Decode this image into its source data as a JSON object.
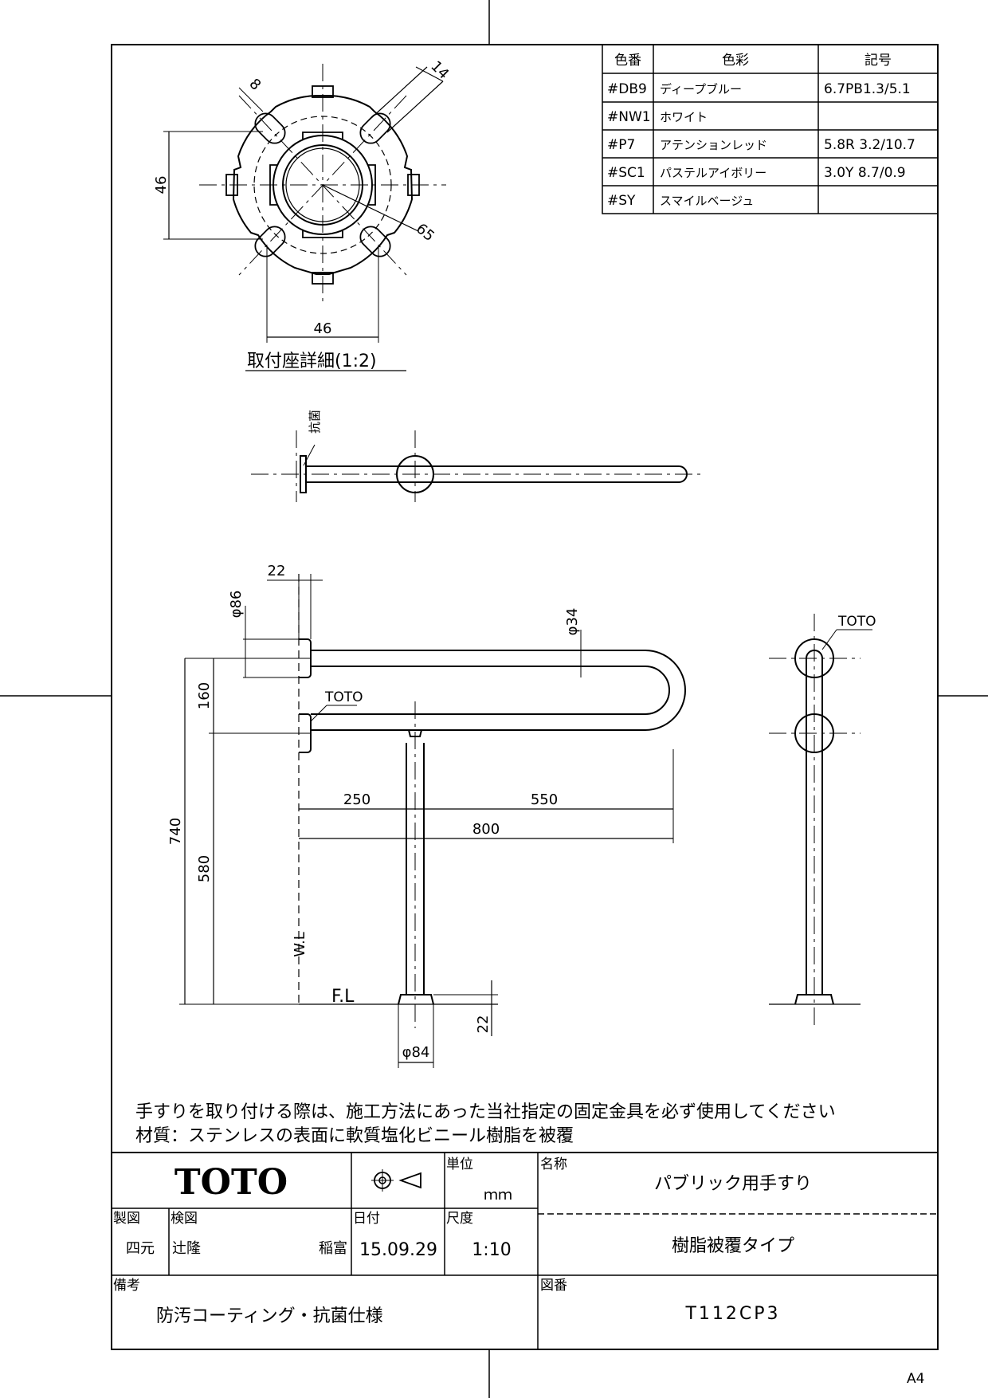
{
  "color_table": {
    "headers": [
      "色番",
      "色彩",
      "記号"
    ],
    "rows": [
      [
        "#DB9",
        "ディープブルー",
        "6.7PB1.3/5.1"
      ],
      [
        "#NW1",
        "ホワイト",
        ""
      ],
      [
        "#P7",
        "アテンションレッド",
        "5.8R 3.2/10.7"
      ],
      [
        "#SC1",
        "パステルアイボリー",
        "3.0Y 8.7/0.9"
      ],
      [
        "#SY",
        "スマイルベージュ",
        ""
      ]
    ]
  },
  "detail": {
    "label": "取付座詳細(1:2)",
    "dims": {
      "top_a": "8",
      "top_b": "14",
      "left": "46",
      "bottom": "46",
      "radius": "65"
    }
  },
  "top_view": {
    "antibacterial_label": "抗菌"
  },
  "front_view": {
    "dims": {
      "flange_depth": "22",
      "flange_dia": "φ86",
      "pipe_dia": "φ34",
      "spacing": "160",
      "overall_height": "740",
      "lower_height": "580",
      "left_span": "250",
      "right_span": "550",
      "total_span": "800",
      "foot_height": "22",
      "foot_dia": "φ84"
    },
    "toto_label": "TOTO",
    "wall_label": "W.L",
    "floor_label": "F.L"
  },
  "side_view": {
    "toto_label": "TOTO"
  },
  "notes": [
    "手すりを取り付ける際は、施工方法にあった当社指定の固定金具を必ず使用してください",
    "材質：ステンレスの表面に軟質塩化ビニール樹脂を被覆"
  ],
  "title_block": {
    "brand": "TOTO",
    "unit_label": "単位",
    "unit_value": "ｍｍ",
    "name_label": "名称",
    "name_value": "パブリック用手すり",
    "subtitle": "樹脂被覆タイプ",
    "drawn_label": "製図",
    "drawn_by": "四元",
    "checked_label": "検図",
    "checked_by_1": "辻隆",
    "checked_by_2": "稲富",
    "date_label": "日付",
    "date_value": "15.09.29",
    "scale_label": "尺度",
    "scale_value": "1:10",
    "remarks_label": "備考",
    "remarks_value": "防汚コーティング・抗菌仕様",
    "drawing_no_label": "図番",
    "drawing_no_value": "T112CP3"
  },
  "paper_size": "A4"
}
